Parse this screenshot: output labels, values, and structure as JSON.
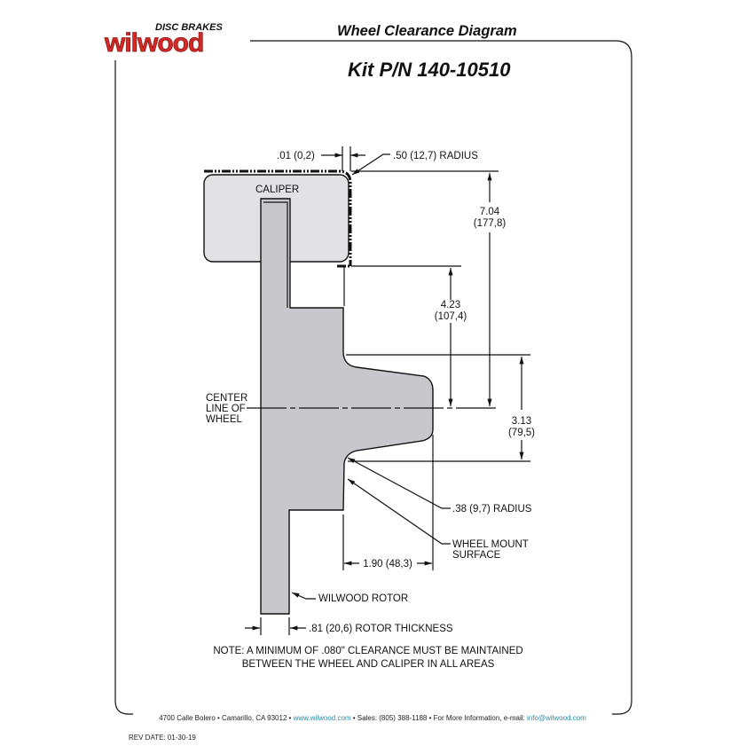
{
  "logo": {
    "brand": "wilwood",
    "tagline": "DISC BRAKES",
    "color": "#d42a27"
  },
  "header": {
    "title": "Wheel Clearance Diagram",
    "kit": "Kit P/N 140-10510"
  },
  "labels": {
    "caliper": "CALIPER",
    "centerline": [
      "CENTER",
      "LINE OF",
      "WHEEL"
    ],
    "dim_01": ".01 (0,2)",
    "radius_50": ".50 (12,7) RADIUS",
    "dim_704": [
      "7.04",
      "(177,8)"
    ],
    "dim_423": [
      "4.23",
      "(107,4)"
    ],
    "dim_313": [
      "3.13",
      "(79,5)"
    ],
    "radius_38": ".38 (9,7) RADIUS",
    "wheel_mount": [
      "WHEEL MOUNT",
      "SURFACE"
    ],
    "dim_190": "1.90 (48,3)",
    "rotor": "WILWOOD ROTOR",
    "rotor_thickness": ".81 (20,6) ROTOR THICKNESS",
    "note": [
      "NOTE: A MINIMUM OF .080\" CLEARANCE MUST BE MAINTAINED",
      "BETWEEN THE WHEEL AND CALIPER IN ALL AREAS"
    ]
  },
  "footer": {
    "address": "4700 Calle Bolero • Camarillo, CA 93012 • ",
    "website": "www.wilwood.com",
    "sales": " • Sales: (805) 388-1188 • For More Information, e-mail: ",
    "email": "info@wilwood.com",
    "rev_date": "REV DATE:  01-30-19"
  }
}
